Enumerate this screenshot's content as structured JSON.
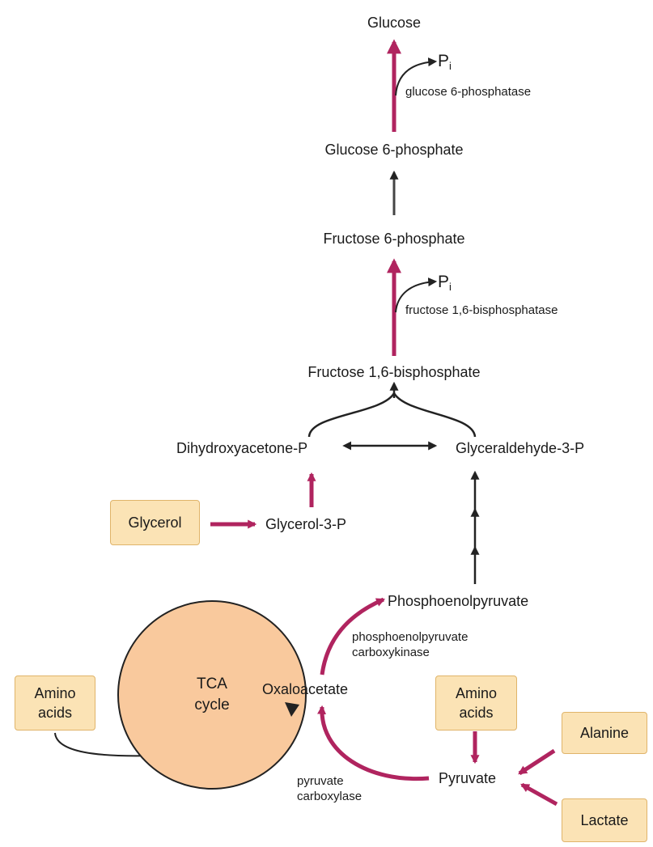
{
  "compounds": {
    "glucose": "Glucose",
    "glucose6p": "Glucose 6-phosphate",
    "fructose6p": "Fructose 6-phosphate",
    "fructose16bp": "Fructose 1,6-bisphosphate",
    "dhap": "Dihydroxyacetone-P",
    "g3p": "Glyceraldehyde-3-P",
    "glycerol3p": "Glycerol-3-P",
    "pep": "Phosphoenolpyruvate",
    "oxaloacetate": "Oxaloacetate",
    "pyruvate": "Pyruvate"
  },
  "phosphate": {
    "p": "P",
    "sub": "i"
  },
  "enzymes": {
    "g6pase": "glucose 6-phosphatase",
    "f16bpase": "fructose 1,6-bisphosphatase",
    "pepck_line1": "phosphoenolpyruvate",
    "pepck_line2": "carboxykinase",
    "pc_line1": "pyruvate",
    "pc_line2": "carboxylase"
  },
  "sources": {
    "glycerol": "Glycerol",
    "amino_acids_left_line1": "Amino",
    "amino_acids_left_line2": "acids",
    "amino_acids_right_line1": "Amino",
    "amino_acids_right_line2": "acids",
    "alanine": "Alanine",
    "lactate": "Lactate"
  },
  "tca": {
    "line1": "TCA",
    "line2": "cycle"
  },
  "colors": {
    "gluconeogenic_arrow": "#b0245f",
    "black_arrow": "#222222",
    "source_box_fill": "#fbe3b5",
    "source_box_border": "#e0b46a",
    "tca_fill": "#f9c99d"
  }
}
